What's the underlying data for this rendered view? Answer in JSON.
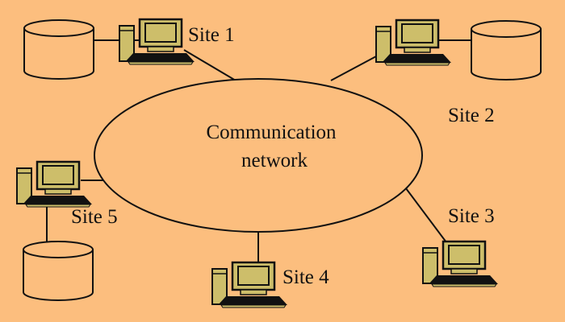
{
  "network": {
    "line1": "Communication",
    "line2": "network"
  },
  "sites": {
    "site1": "Site 1",
    "site2": "Site 2",
    "site3": "Site 3",
    "site4": "Site 4",
    "site5": "Site 5"
  },
  "colors": {
    "background": "#FCBE7E",
    "computer": "#CDBE6A",
    "outline": "#111111"
  }
}
